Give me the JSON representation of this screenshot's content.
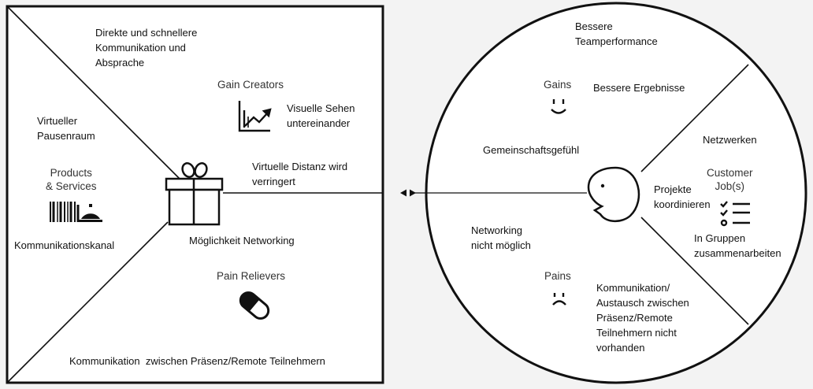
{
  "product_map": {
    "gain_creators": {
      "title": "Gain Creators",
      "items": [
        "Direkte und schnellere\nKommunikation und\nAbsprache",
        "Visuelle Sehen\nuntereinander",
        "Virtuelle Distanz wird\nverringert"
      ]
    },
    "products_services": {
      "title": "Products\n& Services",
      "items": [
        "Virtueller\nPausenraum",
        "Kommunikationskanal",
        "Möglichkeit Networking"
      ]
    },
    "pain_relievers": {
      "title": "Pain Relievers",
      "items": [
        "Kommunikation  zwischen Präsenz/Remote Teilnehmern"
      ]
    }
  },
  "customer_profile": {
    "gains": {
      "title": "Gains",
      "items": [
        "Bessere\nTeamperformance",
        "Bessere Ergebnisse",
        "Gemeinschaftsgefühl"
      ]
    },
    "customer_jobs": {
      "title": "Customer\nJob(s)",
      "items": [
        "Netzwerken",
        "Projekte\nkoordinieren",
        "In Gruppen\nzusammenarbeiten"
      ]
    },
    "pains": {
      "title": "Pains",
      "items": [
        "Networking\nnicht möglich",
        "Kommunikation/\nAustausch zwischen\nPräsenz/Remote\nTeilnehmern nicht\nvorhanden"
      ]
    }
  },
  "icons": {
    "gift": "gift-icon",
    "chart": "chart-up-icon",
    "barcode": "barcode-icon",
    "cloche": "service-bell-icon",
    "pill": "pill-icon",
    "smile": "smile-icon",
    "frown": "frown-icon",
    "face": "customer-face-icon",
    "checklist": "checklist-icon"
  }
}
